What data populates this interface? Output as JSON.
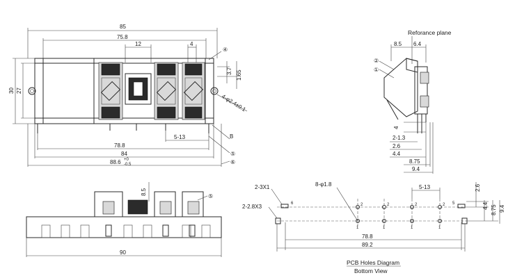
{
  "top_view": {
    "dims": {
      "overall_width": "85",
      "inner_width": "75.8",
      "center_width": "12",
      "pitch_width": "4",
      "height_total": "30",
      "height_inner": "27",
      "offset_a": "3.7",
      "offset_b": "1.65",
      "mount_hole": "4-φ2.4±0.1",
      "pin_span": "78.8",
      "pin_pitch": "5-13",
      "body_width": "84",
      "overall_tol": "88.6",
      "overall_tol_sup": "+0",
      "overall_tol_sub": "-0.5",
      "marker_b": "B"
    },
    "callouts": [
      "④",
      "⑤",
      "⑥"
    ]
  },
  "side_view": {
    "title": "Reforance plane",
    "dims": {
      "d1": "8.5",
      "d2": "6.4",
      "d3": "4",
      "d4": "2-1.3",
      "d5": "2.6",
      "d6": "4.4",
      "d7": "8.75",
      "d8": "9.4"
    },
    "callouts": [
      "②",
      "①"
    ]
  },
  "front_view": {
    "dims": {
      "height": "8.5",
      "width": "90"
    },
    "callouts": [
      "⑤"
    ]
  },
  "pcb_view": {
    "labels": {
      "pin_note_a": "2-3X1",
      "pin_note_b": "2-2.8X3",
      "holes": "8-φ1.8",
      "pitch": "5-13",
      "span_a": "78.8",
      "span_b": "89.2",
      "v1": "2.6",
      "v2": "4.4",
      "v3": "8.75",
      "v4": "9.4",
      "pin_num_6": "6",
      "pin_num_5": "5",
      "pin_num_2": "2",
      "pin_num_1": "1"
    },
    "title": "PCB Holes Diagram",
    "subtitle": "Bottom View"
  }
}
